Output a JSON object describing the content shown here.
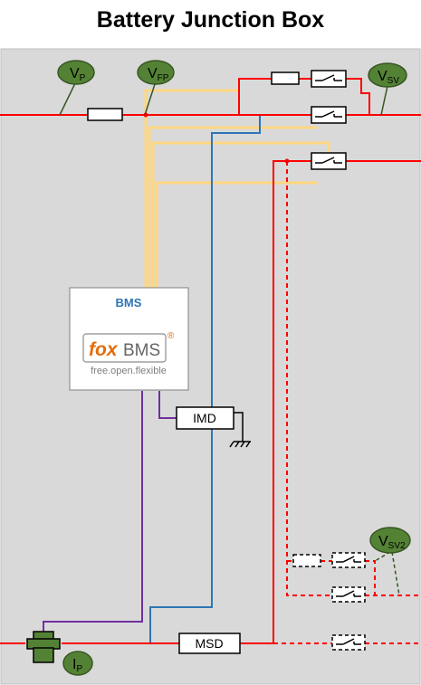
{
  "title": "Battery Junction Box",
  "bms": {
    "label": "BMS",
    "logo_fox": "fox",
    "logo_bms": "BMS",
    "logo_registered": "®",
    "tagline": "free.open.flexible"
  },
  "components": {
    "imd": "IMD",
    "msd": "MSD"
  },
  "probes": {
    "vp": {
      "main": "V",
      "sub": "P"
    },
    "vfp": {
      "main": "V",
      "sub": "FP"
    },
    "vsv": {
      "main": "V",
      "sub": "SV"
    },
    "vsv2": {
      "main": "V",
      "sub": "SV2"
    },
    "ip": {
      "main": "I",
      "sub": "P"
    }
  },
  "colors": {
    "background": "#d9d9d9",
    "hv_wire": "#ff0000",
    "signal_wire": "#ffd680",
    "imd_wire": "#2e75b6",
    "current_wire": "#7030a0",
    "probe_fill": "#548235",
    "probe_dark": "#375623",
    "fox_orange": "#e46c0a",
    "bms_text": "#2e75b6"
  }
}
